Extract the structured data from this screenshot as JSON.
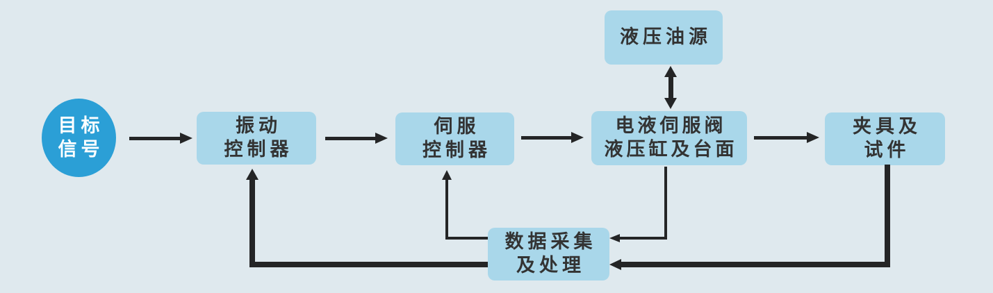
{
  "diagram": {
    "type": "flowchart",
    "description": "Closed-loop vibration test system block diagram",
    "colors": {
      "background": "#dfe9ee",
      "node_fill": "#a9d7ea",
      "start_circle_fill": "#2b9fd6",
      "node_text": "#333333",
      "start_circle_text": "#ffffff",
      "arrow": "#242526"
    },
    "nodes": {
      "target_signal": {
        "shape": "circle",
        "line1": "目标",
        "line2": "信号"
      },
      "vibration_controller": {
        "shape": "rect",
        "line1": "振动",
        "line2": "控制器"
      },
      "servo_controller": {
        "shape": "rect",
        "line1": "伺服",
        "line2": "控制器"
      },
      "servo_valve_cylinder_table": {
        "shape": "rect",
        "line1": "电液伺服阀",
        "line2": "液压缸及台面"
      },
      "fixture_and_specimen": {
        "shape": "rect",
        "line1": "夹具及",
        "line2": "试件"
      },
      "hydraulic_oil_source": {
        "shape": "rect",
        "line1": "液压油源",
        "line2": ""
      },
      "data_acquisition_processing": {
        "shape": "rect",
        "line1": "数据采集",
        "line2": "及处理"
      }
    },
    "edges": [
      {
        "from": "target_signal",
        "to": "vibration_controller",
        "style": "thin",
        "direction": "right"
      },
      {
        "from": "vibration_controller",
        "to": "servo_controller",
        "style": "thin",
        "direction": "right"
      },
      {
        "from": "servo_controller",
        "to": "servo_valve_cylinder_table",
        "style": "thin",
        "direction": "right"
      },
      {
        "from": "servo_valve_cylinder_table",
        "to": "fixture_and_specimen",
        "style": "thin",
        "direction": "right"
      },
      {
        "from": "hydraulic_oil_source",
        "to": "servo_valve_cylinder_table",
        "style": "thick",
        "direction": "both"
      },
      {
        "from": "servo_valve_cylinder_table",
        "to": "data_acquisition_processing",
        "style": "thin",
        "direction": "down-left"
      },
      {
        "from": "fixture_and_specimen",
        "to": "data_acquisition_processing",
        "style": "thick",
        "direction": "down-left"
      },
      {
        "from": "data_acquisition_processing",
        "to": "servo_controller",
        "style": "thin",
        "direction": "left-up"
      },
      {
        "from": "data_acquisition_processing",
        "to": "vibration_controller",
        "style": "thick",
        "direction": "left-up"
      }
    ]
  }
}
